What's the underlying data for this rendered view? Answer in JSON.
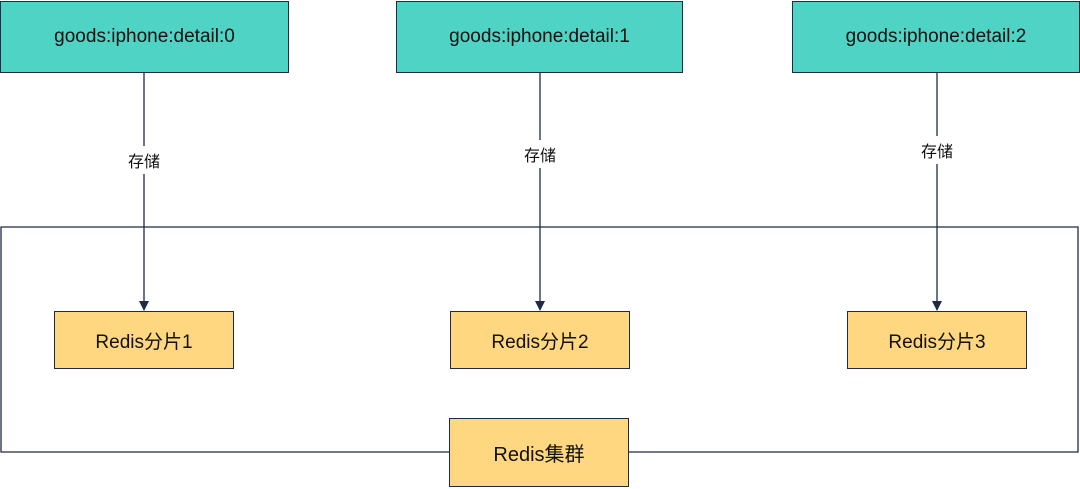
{
  "keys": [
    {
      "label": "goods:iphone:detail:0"
    },
    {
      "label": "goods:iphone:detail:1"
    },
    {
      "label": "goods:iphone:detail:2"
    }
  ],
  "shards": [
    {
      "label": "Redis分片1"
    },
    {
      "label": "Redis分片2"
    },
    {
      "label": "Redis分片3"
    }
  ],
  "edges": [
    {
      "from": "goods:iphone:detail:0",
      "to": "Redis分片1",
      "label": "存储"
    },
    {
      "from": "goods:iphone:detail:1",
      "to": "Redis分片2",
      "label": "存储"
    },
    {
      "from": "goods:iphone:detail:2",
      "to": "Redis分片3",
      "label": "存储"
    }
  ],
  "cluster": {
    "label": "Redis集群"
  },
  "colors": {
    "key_fill": "#4fd3c4",
    "shard_fill": "#ffd780",
    "stroke": "#1f2a44"
  }
}
